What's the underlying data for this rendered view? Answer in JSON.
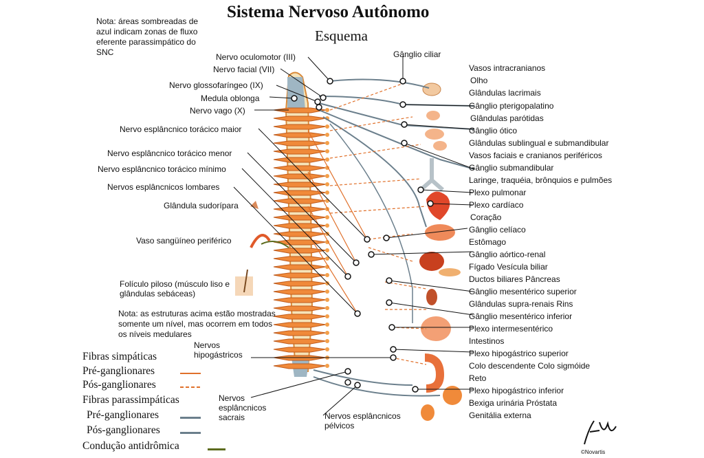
{
  "title": "Sistema Nervoso Autônomo",
  "subtitle": "Esquema",
  "note_top": "Nota: áreas sombreadas de azul indicam zonas de fluxo eferente parassimpático do SNC",
  "note_bottom": "Nota: as estruturas acima estão mostradas somente um nível, mas ocorrem em todos os níveis medulares",
  "left_labels": {
    "oculomotor": "Nervo oculomotor (III)",
    "facial": "Nervo facial (VII)",
    "glossofaringeo": "Nervo glossofaríngeo (IX)",
    "medula": "Medula oblonga",
    "vago": "Nervo vago (X)",
    "espl_maior": "Nervo esplâncnico torácico maior",
    "espl_menor": "Nervo esplâncnico torácico menor",
    "espl_minimo": "Nervo esplâncnico torácico mínimo",
    "espl_lombares": "Nervos esplâncnicos lombares",
    "sudoripara": "Glândula sudorípara",
    "vaso_periferico": "Vaso sangüíneo periférico",
    "foliculo": "Folículo piloso (músculo liso e glândulas sebáceas)",
    "hipogastricos": "Nervos hipogástricos",
    "sacrais": "Nervos esplâncnicos sacrais",
    "pelvicos": "Nervos esplâncnicos pélvicos"
  },
  "top_label": "Gânglio ciliar",
  "right_labels": [
    "Vasos intracranianos",
    "Olho",
    "Glândulas lacrimais",
    "Gânglio pterigopalatino",
    "Glândulas parótidas",
    "Gânglio ótico",
    "Glândulas sublingual e submandibular",
    "Vasos faciais e cranianos periféricos",
    "Gânglio submandibular",
    "Laringe, traquéia, brônquios e pulmões",
    "Plexo pulmonar",
    "Plexo cardíaco",
    "Coração",
    "Gânglio celíaco",
    "Estômago",
    "Gânglio aórtico-renal",
    "Fígado   Vesícula biliar",
    "Ductos biliares   Pâncreas",
    "Gânglio mesentérico superior",
    "Glândulas supra-renais   Rins",
    "Gânglio mesentérico inferior",
    "Plexo intermesentérico",
    "Intestinos",
    "Plexo hipogástrico superior",
    "Colo descendente   Colo sigmóide",
    "Reto",
    "Plexo hipogástrico inferior",
    "Bexiga urinária   Próstata",
    "Genitália externa"
  ],
  "legend": {
    "sympathetic": "Fibras simpáticas",
    "sym_pre": "Pré-ganglionares",
    "sym_post": "Pós-ganglionares",
    "parasympathetic": "Fibras parassimpáticas",
    "para_pre": "Pré-ganglionares",
    "para_post": "Pós-ganglionares",
    "antidromic": "Condução antidrômica"
  },
  "colors": {
    "sympathetic": "#e0702a",
    "parasympathetic": "#6b7f8c",
    "antidromic": "#5c6b1e",
    "organ": "#e87a3a",
    "spine_blue": "#9fb6c3"
  },
  "signature": "©Novartis"
}
